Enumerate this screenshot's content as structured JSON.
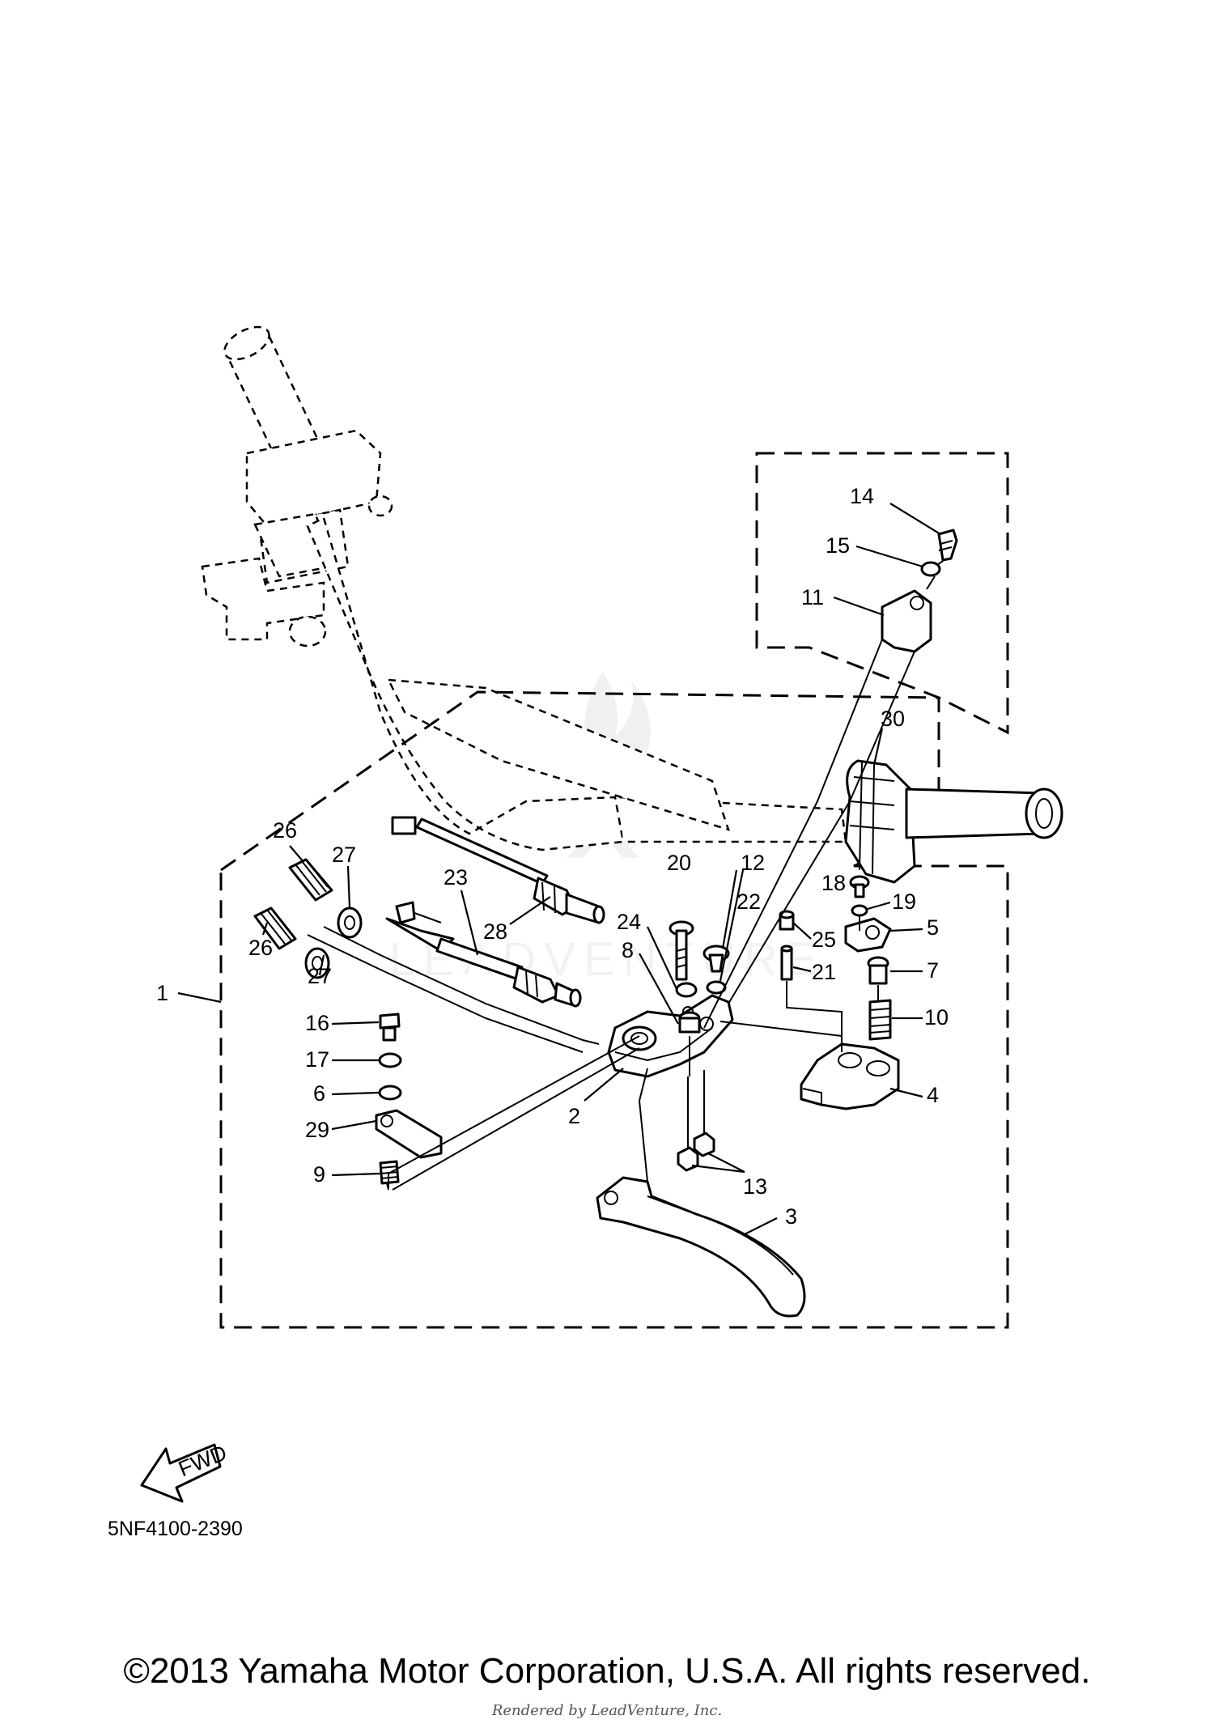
{
  "diagram": {
    "code": "5NF4100-2390",
    "fwd_label": "FWD",
    "copyright": "©2013 Yamaha Motor Corporation, U.S.A. All rights reserved.",
    "rendered_by": "Rendered by LeadVenture, Inc.",
    "watermark": "LEADVENTURE"
  },
  "callouts": {
    "c1": "1",
    "c2": "2",
    "c3": "3",
    "c4": "4",
    "c5": "5",
    "c6": "6",
    "c7": "7",
    "c8": "8",
    "c9": "9",
    "c10": "10",
    "c11": "11",
    "c12": "12",
    "c13": "13",
    "c14": "14",
    "c15": "15",
    "c16": "16",
    "c17": "17",
    "c18": "18",
    "c19": "19",
    "c20": "20",
    "c21": "21",
    "c22": "22",
    "c23": "23",
    "c24": "24",
    "c25": "25",
    "c26": "26",
    "c27": "27",
    "c28": "28",
    "c29": "29",
    "c30": "30"
  }
}
